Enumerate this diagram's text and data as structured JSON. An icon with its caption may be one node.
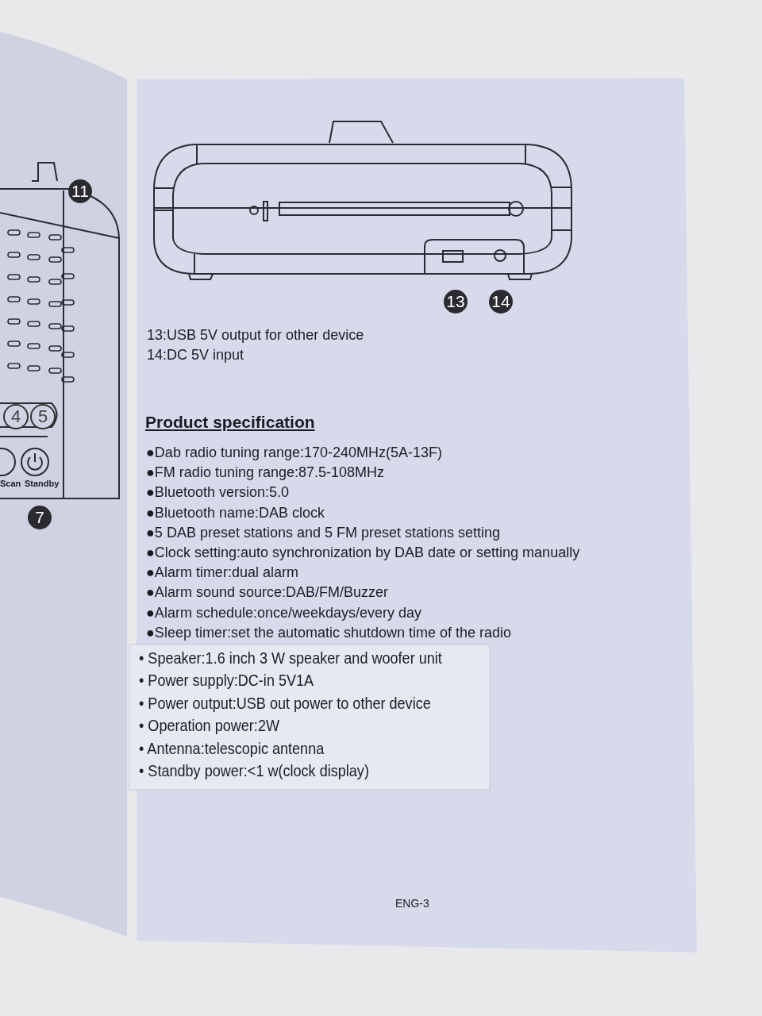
{
  "diagram": {
    "title": "Product specification",
    "labels": [
      "11",
      "4",
      "5",
      "Scan",
      "Standby",
      "7",
      "13",
      "14",
      "13:USB 5V output for other device",
      "14:DC 5V input",
      "●Dab radio tuning range:170-240MHz(5A-13F)",
      "●FM radio tuning range:87.5-108MHz",
      "●Bluetooth version:5.0",
      "●Bluetooth name:DAB clock",
      "●5 DAB preset stations and 5 FM preset stations setting",
      "●Clock setting:auto synchronization by DAB date or setting manually",
      "●Alarm timer:dual alarm",
      "●Alarm sound source:DAB/FM/Buzzer",
      "●Alarm schedule:once/weekdays/every day",
      "●Sleep timer:set the automatic shutdown time of the radio",
      "• Speaker:1.6 inch 3 W speaker and woofer unit",
      "• Power supply:DC-in 5V1A",
      "• Power output:USB out power to other device",
      "• Operation power:2W",
      "• Antenna:telescopic antenna",
      "• Standby power:<1 w(clock display)",
      "ENG-3"
    ]
  }
}
